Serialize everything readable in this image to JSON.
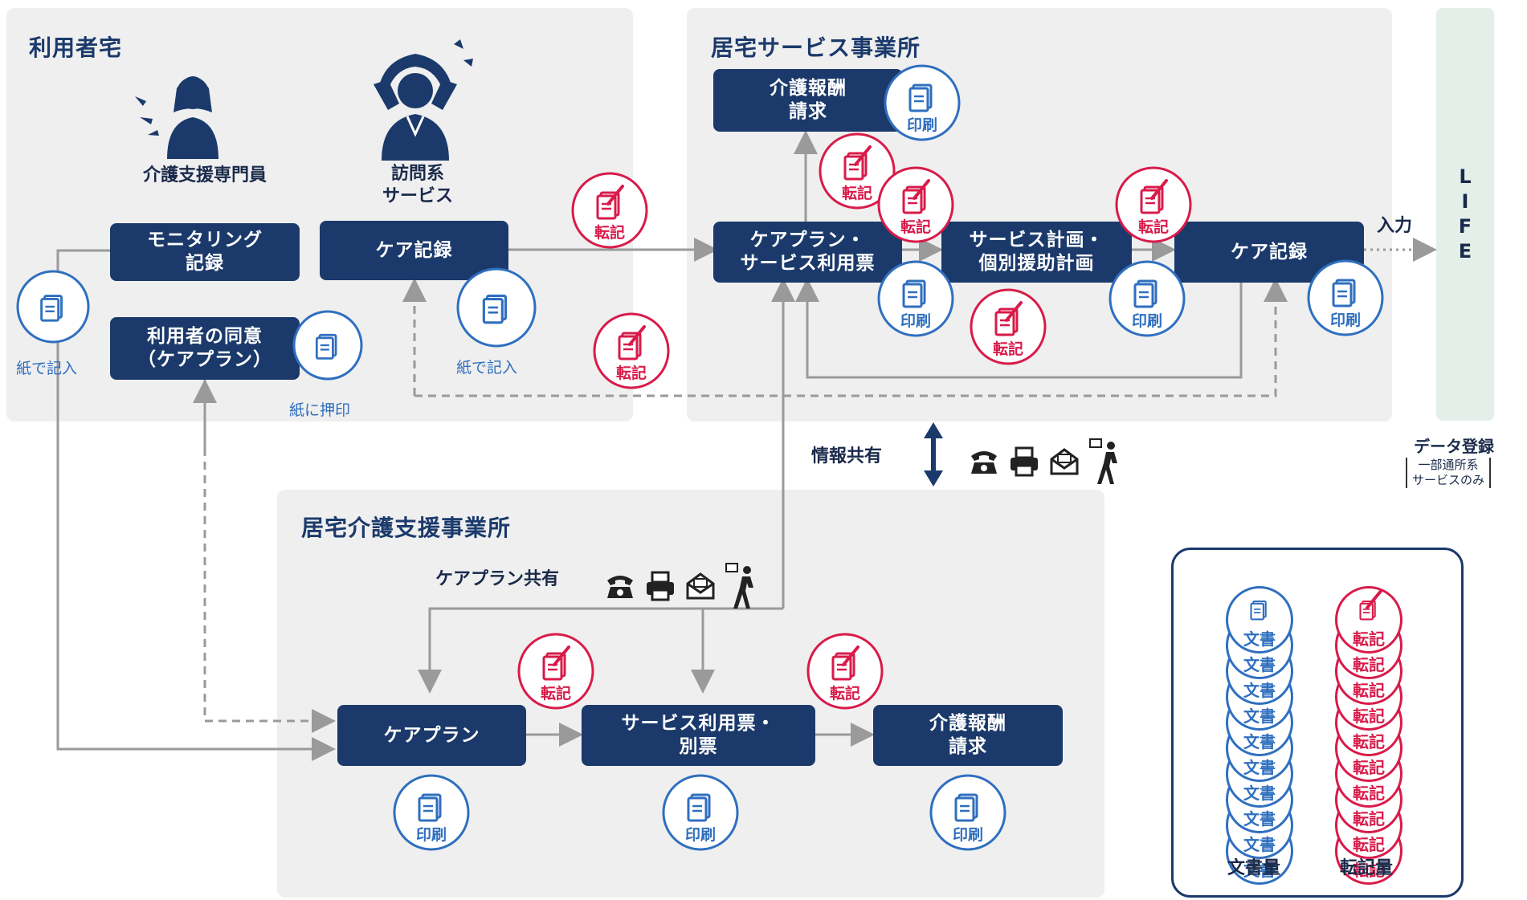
{
  "panels": {
    "home": "利用者宅",
    "service_office": "居宅サービス事業所",
    "care_support_office": "居宅介護支援事業所"
  },
  "people": {
    "care_manager": "介護支援専門員",
    "visit_service": "訪問系\nサービス"
  },
  "boxes": {
    "monitoring": "モニタリング\n記録",
    "consent": "利用者の同意\n（ケアプラン）",
    "home_care_record": "ケア記録",
    "fee_claim_top": "介護報酬\n請求",
    "careplan_usage": "ケアプラン・\nサービス利用票",
    "service_plan": "サービス計画・\n個別援助計画",
    "office_care_record": "ケア記録",
    "careplan": "ケアプラン",
    "usage_ticket": "サービス利用票・\n別票",
    "fee_claim_bottom": "介護報酬\n請求"
  },
  "captions": {
    "paper_entry_left": "紙で記入",
    "paper_stamp": "紙に押印",
    "paper_entry_mid": "紙で記入",
    "info_share": "情報共有",
    "careplan_share": "ケアプラン共有",
    "input": "入力",
    "data_register": "データ登録",
    "data_register_note": "一部通所系\nサービスのみ"
  },
  "badges": {
    "print": "印刷",
    "transcribe": "転記",
    "doc": "文書"
  },
  "life": [
    "L",
    "I",
    "F",
    "E"
  ],
  "legend": {
    "doc_amount": "文書量",
    "transcribe_amount": "転記量"
  },
  "colors": {
    "navy": "#1b3a6b",
    "blue": "#2f6fbf",
    "red": "#d81b4a",
    "panel": "#efefef",
    "life": "#e3efe8"
  }
}
